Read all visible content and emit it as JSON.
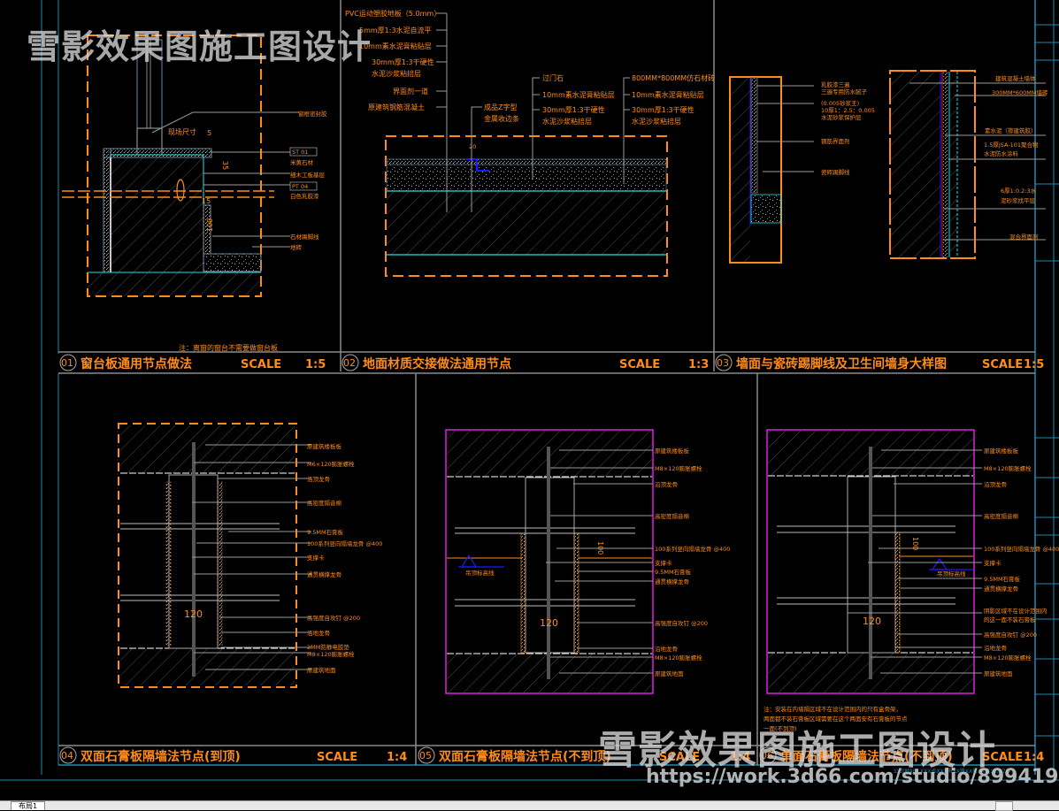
{
  "watermark": {
    "top": "雪影效果图施工图设计",
    "bottom": "雪影效果图施工图设计",
    "url": "https://work.3d66.com/studio/8994194"
  },
  "colors": {
    "background": "#000000",
    "annotation": "#ff8c1a",
    "leader": "#9a9a9a",
    "frame_orange": "#ff8c1a",
    "frame_magenta": "#e020e0",
    "cyan": "#22e0e0",
    "blue": "#1a1aff",
    "title_border": "#1a8cb4"
  },
  "details": [
    {
      "number": "01",
      "title": "窗台板通用节点做法",
      "scale_label": "SCALE",
      "scale": "1:5",
      "note": "注：离窗的窗台不需要做窗台板",
      "dims": [
        "现场尺寸",
        "5",
        "35",
        "15",
        "100"
      ],
      "labels": [
        "窗框密封胶",
        "ST 01",
        "米黄石材",
        "细木工板基层",
        "PT 04",
        "白色乳胶漆",
        "石材踢脚线",
        "地砖"
      ]
    },
    {
      "number": "02",
      "title": "地面材质交接做法通用节点",
      "scale_label": "SCALE",
      "scale": "1:3",
      "dims": [
        "20"
      ],
      "labels_left": [
        "PVC运动塑胶地板（5.0mm）",
        "5mm厚1:3水泥自流平",
        "10mm素水泥膏粘贴层",
        "30mm厚1:3干硬性",
        "水泥沙浆粘掊层",
        "界面剂一道",
        "原建筑钢筋混凝土"
      ],
      "labels_mid": [
        "成品Z字型",
        "金属收边条"
      ],
      "labels_door": [
        "过门石",
        "10mm素水泥膏粘贴层",
        "30mm厚1:3干硬性",
        "水泥沙浆粘掊层"
      ],
      "labels_right": [
        "800MM*800MM仿石材砖",
        "10mm素水泥膏粘贴层",
        "30mm厚1:3干硬性",
        "水泥沙浆粘掊层"
      ]
    },
    {
      "number": "03",
      "title": "墙面与瓷砖踢脚线及卫生间墙身大样图",
      "scale_label": "SCALE",
      "scale": "1:5",
      "labels_left": [
        "乳胶漆三遍",
        "三遍专用防水腻子",
        "(0.005砂浆王)",
        "10厚1：2.5：0.005",
        "水泥砂浆保护层",
        "钢筋界面剂",
        "瓷砖踢脚线"
      ],
      "labels_right": [
        "建筑混凝土墙体",
        "300MM*600MM墙砖",
        "素水泥（掺建筑胶）",
        "1.5厚JSA-101聚合物",
        "水泥防水涂料",
        "6厚1:0.2:3水",
        "泥砂浆找平层",
        "混合界面剂"
      ]
    },
    {
      "number": "04",
      "title": "双面石膏板隔墙法节点(到顶)",
      "scale_label": "SCALE",
      "scale": "1:4",
      "dims": [
        "120"
      ],
      "labels": [
        "原建筑楼板板",
        "M6×120膨胀螺栓",
        "沿顶龙骨",
        "高密度隔音棉",
        "9.5MM石膏板",
        "100系列竖向隔墙龙骨 @400",
        "支撑卡",
        "通贯横撑龙骨",
        "高强度自攻钉 @200",
        "沿地龙骨",
        "2MM防静电胶垫",
        "M8×120膨胀螺栓",
        "原建筑地面"
      ]
    },
    {
      "number": "05",
      "title": "双面石膏板隔墙法节点(不到顶)",
      "scale_label": "SCALE",
      "scale": "1:4",
      "dims": [
        "120",
        "100"
      ],
      "ceiling_mark": "吊顶标高线",
      "labels": [
        "原建筑楼板板",
        "M8×120膨胀螺栓",
        "沿顶龙骨",
        "高密度隔音棉",
        "100系列竖向隔墙龙骨 @400",
        "支撑卡",
        "9.5MM石膏板",
        "通贯横撑龙骨",
        "高强度自攻钉 @200",
        "沿地龙骨",
        "M8×120膨胀螺栓",
        "原建筑地面"
      ]
    },
    {
      "number": "06",
      "title": "单面石膏板隔墙法节点(不到顶)",
      "scale_label": "SCALE",
      "scale": "1:4",
      "dims": [
        "120",
        "100"
      ],
      "ceiling_mark": "吊顶标高线",
      "note_lines": [
        "注：安装在内墙隔区域不在设计范围内的只有盒骨架，",
        "两面都不装石膏板区域需要在这个两面安有石膏板的节点",
        "一面(不到顶)"
      ],
      "labels": [
        "原建筑楼板板",
        "M8×120膨胀螺栓",
        "沿顶龙骨",
        "高密度隔音棉",
        "100系列竖向隔墙龙骨 @400",
        "支撑卡",
        "9.5MM石膏板",
        "通贯横撑龙骨",
        "阴影区域不在设计范围内",
        "的这一面不装石膏板",
        "高强度自攻钉 @200",
        "沿地龙骨",
        "M8×120膨胀螺栓",
        "原建筑地面"
      ]
    }
  ],
  "title_block_footer": "公司地址：XXX省XXX市XX路XX号   电话：0871-",
  "tabs": {
    "layout_tab": "布局1"
  }
}
